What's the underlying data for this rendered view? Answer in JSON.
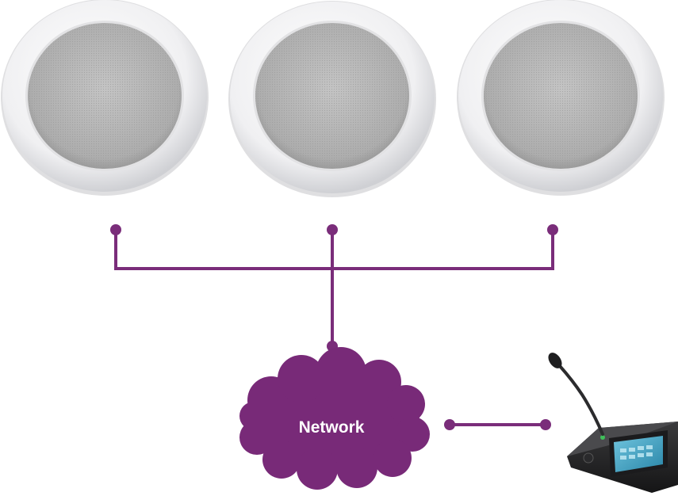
{
  "diagram": {
    "network": {
      "label": "Network",
      "fill": "#782a78",
      "label_color": "#ffffff"
    },
    "connector_color": "#7a2d7a",
    "speakers": [
      {
        "name": "ceiling-speaker-left"
      },
      {
        "name": "ceiling-speaker-center"
      },
      {
        "name": "ceiling-speaker-right"
      }
    ],
    "paging_console": {
      "name": "paging-microphone-console",
      "screen_accent": "#3fa8c8"
    }
  }
}
